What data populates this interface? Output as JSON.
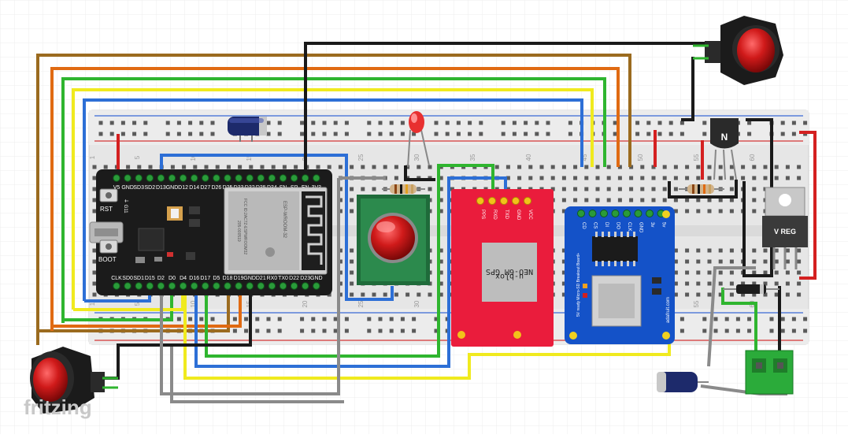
{
  "colors": {
    "wire_brown": "#9b6b1f",
    "wire_orange": "#e06a12",
    "wire_green": "#2fb52f",
    "wire_yellow": "#f0ea1e",
    "wire_blue": "#2d6fd6",
    "wire_black": "#1a1a1a",
    "wire_red": "#d42020",
    "wire_gray": "#8a8a8a",
    "pcb_black": "#1b1b1b",
    "gps_red": "#ea1c3c",
    "sd_blue": "#1452c8",
    "breadboard": "#e9e9e9"
  },
  "esp32": {
    "top_pins": [
      "V5",
      "GND",
      "SD3",
      "SD2",
      "D13",
      "GND",
      "D12",
      "D14",
      "D27",
      "D26",
      "D25",
      "D33",
      "D32",
      "D35",
      "D34",
      "SN",
      "SP",
      "EN",
      "3V3"
    ],
    "bottom_pins": [
      "CLK",
      "SD0",
      "SD1",
      "D15",
      "D2",
      "D0",
      "D4",
      "D16",
      "D17",
      "D5",
      "D18",
      "D19",
      "GND",
      "D21",
      "RX0",
      "TX0",
      "D22",
      "D23",
      "GND"
    ],
    "rst_label": "RST",
    "boot_label": "BOOT",
    "side_label": "⏚ G11",
    "module_text": [
      "ESP-WROOM-32",
      "FCC ID:2AC7Z-ESPWROOM32",
      "205-000519"
    ]
  },
  "breadboard_numbers": [
    "1",
    "5",
    "10",
    "15",
    "20",
    "25",
    "30",
    "35",
    "40",
    "45",
    "50",
    "55",
    "60"
  ],
  "gps": {
    "pins": [
      "PPS",
      "RXD",
      "TXD",
      "GND",
      "VCC"
    ],
    "label_lines": [
      "NEO-6M GPS",
      "u-blox"
    ]
  },
  "sd": {
    "pins": [
      "CD",
      "CS",
      "DI",
      "DO",
      "CLK",
      "GND",
      "3v",
      "5v"
    ],
    "side_text": "5V ready Micro-SD Breakout Board+",
    "brand": "adafruit.com"
  },
  "transistor_label": "N",
  "regulator_label": "V REG",
  "watermark": "fritzing"
}
